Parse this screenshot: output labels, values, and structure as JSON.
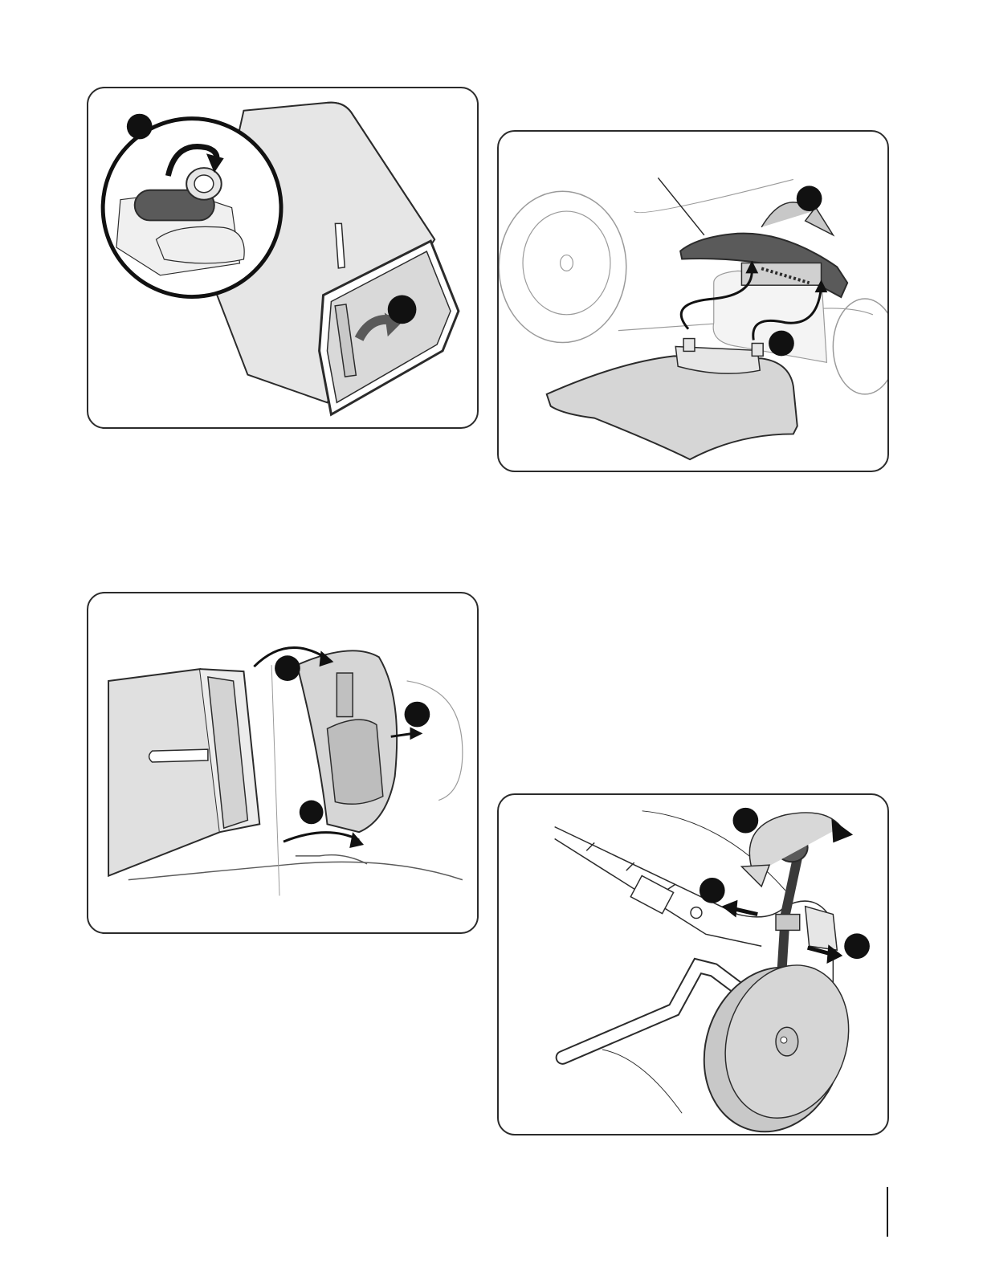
{
  "page": {
    "illustrations": [
      {
        "id": "bag-frame-attach"
      },
      {
        "id": "discharge-chute-attach"
      },
      {
        "id": "bag-mount-to-mower"
      },
      {
        "id": "height-adjust-lever"
      }
    ]
  },
  "colors": {
    "stroke": "#2b2b2b",
    "fill_light": "#e6e6e6",
    "fill_mid": "#c8c8c8",
    "fill_dark": "#5a5a5a",
    "callout": "#111111",
    "faint": "#9a9a9a"
  }
}
